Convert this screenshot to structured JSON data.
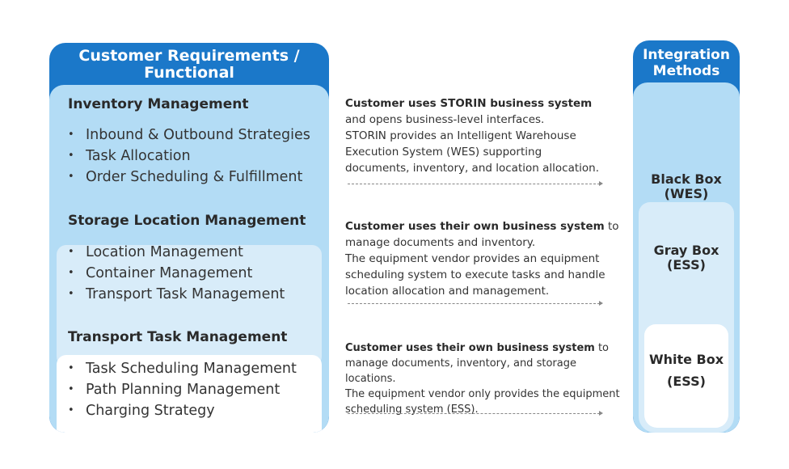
{
  "left": {
    "header_line1": "Customer Requirements /",
    "header_line2": "Functional",
    "sections": [
      {
        "title": "Inventory Management",
        "items": [
          "Inbound & Outbound Strategies",
          "Task Allocation",
          "Order Scheduling & Fulfillment"
        ]
      },
      {
        "title": "Storage Location Management",
        "items": [
          "Location Management",
          "Container Management",
          "Transport Task Management"
        ]
      },
      {
        "title": "Transport Task Management",
        "items": [
          "Task Scheduling Management",
          "Path Planning Management",
          "Charging Strategy"
        ]
      }
    ]
  },
  "descriptions": [
    {
      "bold": "Customer uses STORIN business system",
      "rest": "",
      "lines": [
        "and opens business-level interfaces.",
        "STORIN provides an Intelligent Warehouse",
        "Execution System (WES) supporting",
        "documents, inventory, and location allocation."
      ]
    },
    {
      "bold": "Customer uses their own business system",
      "rest": " to",
      "lines": [
        "manage documents and inventory.",
        "The equipment vendor provides an equipment",
        "scheduling system to execute tasks and handle",
        "location allocation and management."
      ]
    },
    {
      "bold": "Customer uses their own business system",
      "rest": " to",
      "lines": [
        "manage documents, inventory, and storage locations.",
        "The equipment vendor only provides the equipment",
        "scheduling system (ESS)."
      ]
    }
  ],
  "right": {
    "header_line1": "Integration",
    "header_line2": "Methods",
    "methods": [
      {
        "line1": "Black Box",
        "line2": "(WES)"
      },
      {
        "line1": "Gray Box",
        "line2": "(ESS)"
      },
      {
        "line1": "White Box",
        "line2": "(ESS)"
      }
    ]
  }
}
